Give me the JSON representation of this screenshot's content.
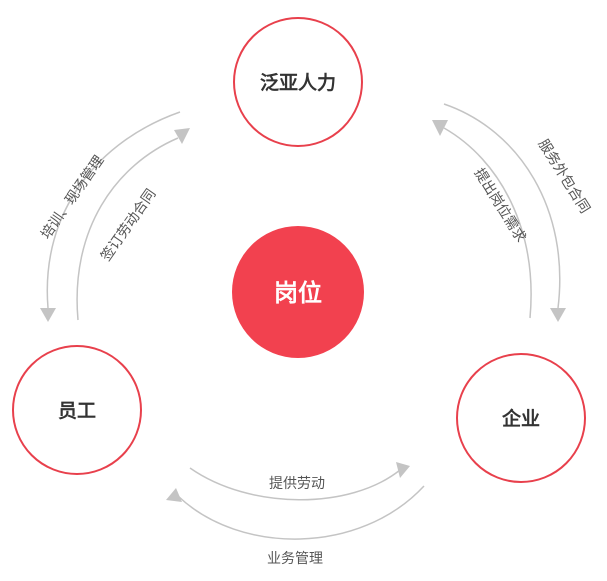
{
  "colors": {
    "accent": "#f2414f",
    "ring": "#e8404c",
    "arrow": "#c4c4c4",
    "text": "#333333",
    "flow_text": "#555555"
  },
  "center": {
    "label": "岗位"
  },
  "nodes": {
    "top": {
      "label": "泛亚人力"
    },
    "left": {
      "label": "员工"
    },
    "right": {
      "label": "企业"
    }
  },
  "flows": {
    "top_left_outer": {
      "label": "培训、现场管理"
    },
    "top_left_inner": {
      "label": "签订劳动合同"
    },
    "top_right_outer": {
      "label": "服务外包合同"
    },
    "top_right_inner": {
      "label": "提出岗位需求"
    },
    "bottom_inner": {
      "label": "提供劳动"
    },
    "bottom_outer": {
      "label": "业务管理"
    }
  }
}
